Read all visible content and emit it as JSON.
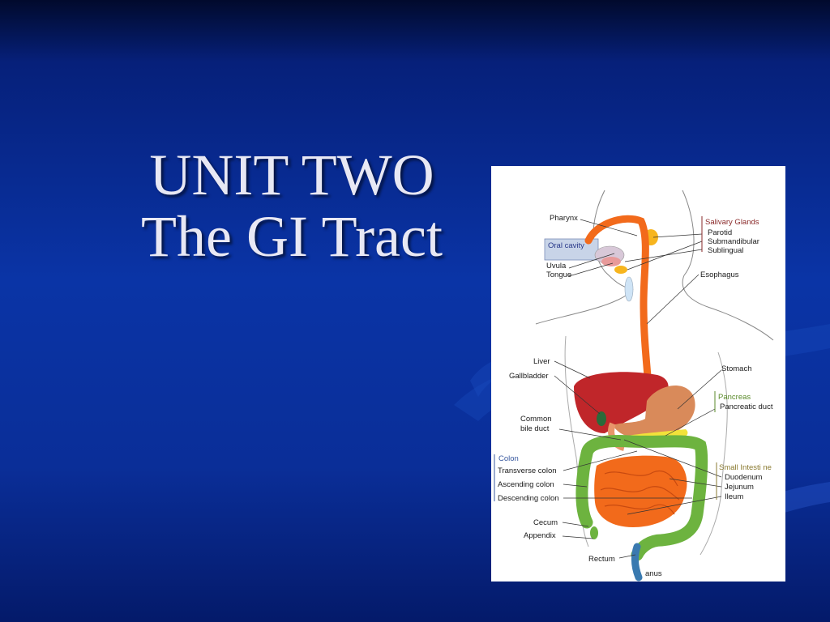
{
  "slide": {
    "title_line1": "UNIT TWO",
    "title_line2": "The GI Tract"
  },
  "colors": {
    "background": "#0a34a6",
    "title_text": "#e8e8f4",
    "esophagus": "#f26a1b",
    "liver": "#c0262a",
    "stomach": "#d98a5a",
    "colon": "#6db33f",
    "small_intestine": "#f26a1b",
    "salivary": "#f7b51e",
    "pancreas": "#f2e23a",
    "group_salivary": "#8a2a2a",
    "group_pancreas": "#5a8a2a",
    "group_colon": "#3a5aa0",
    "group_small_intestine": "#8a7a30"
  },
  "diagram": {
    "labels": {
      "pharynx": "Pharynx",
      "oral_cavity": "Oral cavity",
      "uvula": "Uvula",
      "tongue": "Tongue",
      "salivary_glands": "Salivary Glands",
      "parotid": "Parotid",
      "submandibular": "Submandibular",
      "sublingual": "Sublingual",
      "esophagus": "Esophagus",
      "liver": "Liver",
      "gallbladder": "Gallbladder",
      "stomach": "Stomach",
      "pancreas": "Pancreas",
      "pancreatic_duct": "Pancreatic duct",
      "common_bile_duct_1": "Common",
      "common_bile_duct_2": "bile duct",
      "colon": "Colon",
      "transverse_colon": "Transverse colon",
      "ascending_colon": "Ascending colon",
      "descending_colon": "Descending colon",
      "small_intestine": "Small Intesti ne",
      "duodenum": "Duodenum",
      "jejunum": "Jejunum",
      "ileum": "Ileum",
      "cecum": "Cecum",
      "appendix": "Appendix",
      "rectum": "Rectum",
      "anus": "anus"
    }
  }
}
